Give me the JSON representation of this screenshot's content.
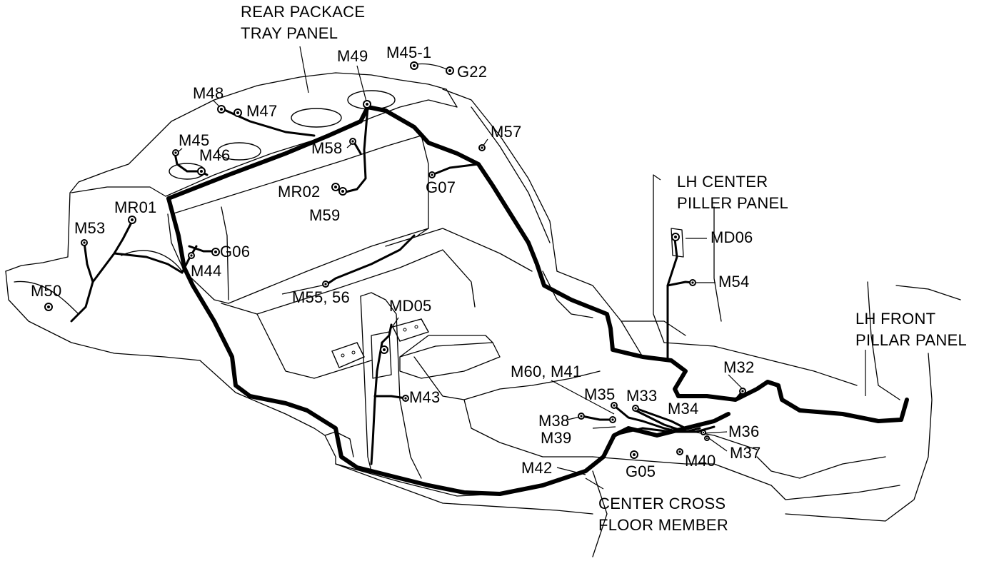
{
  "panel_labels": {
    "rear_package_tray": [
      "REAR PACKACE",
      "TRAY PANEL"
    ],
    "lh_center_pillar": [
      "LH CENTER",
      "PILLER PANEL"
    ],
    "lh_front_pillar": [
      "LH FRONT",
      "PILLAR PANEL"
    ],
    "center_cross_floor": [
      "CENTER CROSS",
      "FLOOR MEMBER"
    ]
  },
  "connectors": {
    "m49": "M49",
    "m45_1": "M45-1",
    "g22": "G22",
    "m48": "M48",
    "m47": "M47",
    "m45": "M45",
    "m46": "M46",
    "m58": "M58",
    "m57": "M57",
    "mr02": "MR02",
    "g07": "G07",
    "m59": "M59",
    "mr01": "MR01",
    "m53": "M53",
    "g06": "G06",
    "m44": "M44",
    "m50": "M50",
    "m55_56": "M55, 56",
    "md05": "MD05",
    "md06": "MD06",
    "m54": "M54",
    "m32": "M32",
    "m60_m41": "M60, M41",
    "m35": "M35",
    "m33": "M33",
    "m34": "M34",
    "m43": "M43",
    "m38": "M38",
    "m39": "M39",
    "m36": "M36",
    "m37": "M37",
    "m40": "M40",
    "m42": "M42",
    "g05": "G05"
  }
}
